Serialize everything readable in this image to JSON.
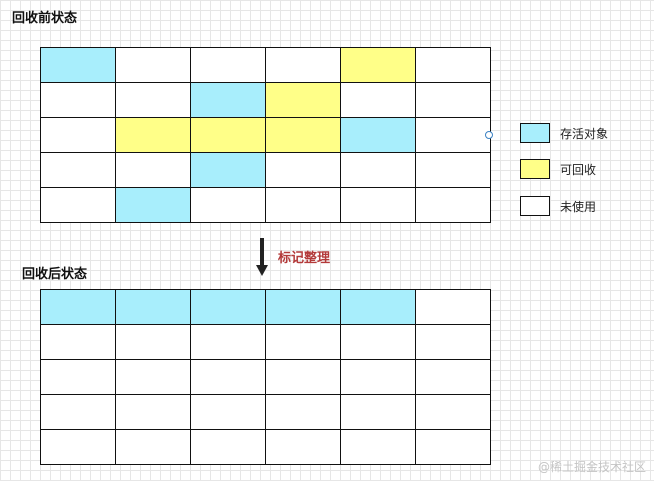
{
  "titles": {
    "before": "回收前状态",
    "after": "回收后状态"
  },
  "arrow_label": "标记整理",
  "colors": {
    "live": "#a8eefc",
    "reclaimable": "#ffff88",
    "unused": "#ffffff"
  },
  "legend": [
    {
      "key": "live",
      "label": "存活对象"
    },
    {
      "key": "reclaimable",
      "label": "可回收"
    },
    {
      "key": "unused",
      "label": "未使用"
    }
  ],
  "grid_before": [
    [
      "live",
      "unused",
      "unused",
      "unused",
      "reclaimable",
      "unused"
    ],
    [
      "unused",
      "unused",
      "live",
      "reclaimable",
      "unused",
      "unused"
    ],
    [
      "unused",
      "reclaimable",
      "reclaimable",
      "reclaimable",
      "live",
      "unused"
    ],
    [
      "unused",
      "unused",
      "live",
      "unused",
      "unused",
      "unused"
    ],
    [
      "unused",
      "live",
      "unused",
      "unused",
      "unused",
      "unused"
    ]
  ],
  "grid_after": [
    [
      "live",
      "live",
      "live",
      "live",
      "live",
      "unused"
    ],
    [
      "unused",
      "unused",
      "unused",
      "unused",
      "unused",
      "unused"
    ],
    [
      "unused",
      "unused",
      "unused",
      "unused",
      "unused",
      "unused"
    ],
    [
      "unused",
      "unused",
      "unused",
      "unused",
      "unused",
      "unused"
    ],
    [
      "unused",
      "unused",
      "unused",
      "unused",
      "unused",
      "unused"
    ]
  ],
  "watermark": "@稀土掘金技术社区"
}
